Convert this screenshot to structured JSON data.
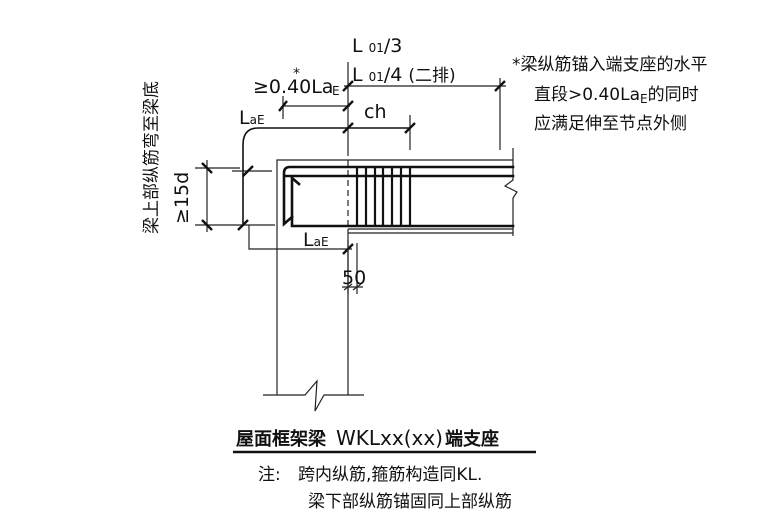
{
  "drawing": {
    "top_dim_1": {
      "L": "L",
      "sub": "01",
      "rest": "/3"
    },
    "top_dim_2": {
      "L": "L",
      "sub": "01",
      "rest": "/4",
      "extra": "(二排)"
    },
    "anchor_dim": {
      "text": "≥0.40La",
      "star": "*",
      "sub": "E"
    },
    "lae_left": {
      "L": "L",
      "sub": "aE"
    },
    "ch": "ch",
    "lae_bottom": {
      "L": "L",
      "sub": "aE"
    },
    "fifty": "50",
    "min_15d": "≥15d",
    "vertical_label": "梁上部纵筋弯至梁底",
    "side_note": {
      "line1": "*梁纵筋锚入端支座的水平",
      "line2_pre": "直段>0.40La",
      "line2_sub": "E",
      "line2_post": "的同时",
      "line3": "应满足伸至节点外侧"
    }
  },
  "title": {
    "bold_prefix": "屋面框架梁",
    "code": "WKLxx(xx)",
    "bold_suffix": "端支座"
  },
  "notes": {
    "label": "注:",
    "line1": "跨内纵筋,箍筋构造同KL.",
    "line2": "梁下部纵筋锚固同上部纵筋"
  }
}
